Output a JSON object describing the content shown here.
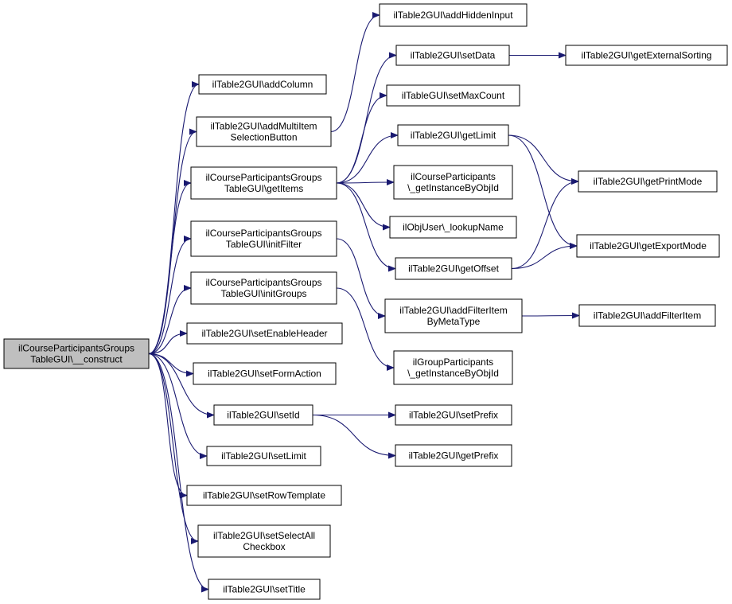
{
  "colors": {
    "edge": "#191970",
    "root_fill": "#bfbfbf",
    "node_fill": "#ffffff",
    "node_border": "#000000"
  },
  "nodes": [
    {
      "id": "root",
      "label": [
        "ilCourseParticipantsGroups",
        "TableGUI\\__construct"
      ]
    },
    {
      "id": "addColumn",
      "label": [
        "ilTable2GUI\\addColumn"
      ]
    },
    {
      "id": "addMultiItem",
      "label": [
        "ilTable2GUI\\addMultiItem",
        "SelectionButton"
      ]
    },
    {
      "id": "getItems",
      "label": [
        "ilCourseParticipantsGroups",
        "TableGUI\\getItems"
      ]
    },
    {
      "id": "initFilter",
      "label": [
        "ilCourseParticipantsGroups",
        "TableGUI\\initFilter"
      ]
    },
    {
      "id": "initGroups",
      "label": [
        "ilCourseParticipantsGroups",
        "TableGUI\\initGroups"
      ]
    },
    {
      "id": "setEnableHeader",
      "label": [
        "ilTable2GUI\\setEnableHeader"
      ]
    },
    {
      "id": "setFormAction",
      "label": [
        "ilTable2GUI\\setFormAction"
      ]
    },
    {
      "id": "setId",
      "label": [
        "ilTable2GUI\\setId"
      ]
    },
    {
      "id": "setLimit",
      "label": [
        "ilTable2GUI\\setLimit"
      ]
    },
    {
      "id": "setRowTemplate",
      "label": [
        "ilTable2GUI\\setRowTemplate"
      ]
    },
    {
      "id": "setSelectAll",
      "label": [
        "ilTable2GUI\\setSelectAll",
        "Checkbox"
      ]
    },
    {
      "id": "setTitle",
      "label": [
        "ilTable2GUI\\setTitle"
      ]
    },
    {
      "id": "addHiddenInput",
      "label": [
        "ilTable2GUI\\addHiddenInput"
      ]
    },
    {
      "id": "setData",
      "label": [
        "ilTable2GUI\\setData"
      ]
    },
    {
      "id": "setMaxCount",
      "label": [
        "ilTableGUI\\setMaxCount"
      ]
    },
    {
      "id": "getLimit",
      "label": [
        "ilTable2GUI\\getLimit"
      ]
    },
    {
      "id": "cpGetInstance",
      "label": [
        "ilCourseParticipants",
        "\\_getInstanceByObjId"
      ]
    },
    {
      "id": "lookupName",
      "label": [
        "ilObjUser\\_lookupName"
      ]
    },
    {
      "id": "getOffset",
      "label": [
        "ilTable2GUI\\getOffset"
      ]
    },
    {
      "id": "addFilterItemByMeta",
      "label": [
        "ilTable2GUI\\addFilterItem",
        "ByMetaType"
      ]
    },
    {
      "id": "gpGetInstance",
      "label": [
        "ilGroupParticipants",
        "\\_getInstanceByObjId"
      ]
    },
    {
      "id": "setPrefix",
      "label": [
        "ilTable2GUI\\setPrefix"
      ]
    },
    {
      "id": "getPrefix",
      "label": [
        "ilTable2GUI\\getPrefix"
      ]
    },
    {
      "id": "getExternalSorting",
      "label": [
        "ilTable2GUI\\getExternalSorting"
      ]
    },
    {
      "id": "getPrintMode",
      "label": [
        "ilTable2GUI\\getPrintMode"
      ]
    },
    {
      "id": "getExportMode",
      "label": [
        "ilTable2GUI\\getExportMode"
      ]
    },
    {
      "id": "addFilterItem",
      "label": [
        "ilTable2GUI\\addFilterItem"
      ]
    }
  ],
  "edges": [
    [
      "root",
      "addColumn"
    ],
    [
      "root",
      "addMultiItem"
    ],
    [
      "root",
      "getItems"
    ],
    [
      "root",
      "initFilter"
    ],
    [
      "root",
      "initGroups"
    ],
    [
      "root",
      "setEnableHeader"
    ],
    [
      "root",
      "setFormAction"
    ],
    [
      "root",
      "setId"
    ],
    [
      "root",
      "setLimit"
    ],
    [
      "root",
      "setRowTemplate"
    ],
    [
      "root",
      "setSelectAll"
    ],
    [
      "root",
      "setTitle"
    ],
    [
      "addMultiItem",
      "addHiddenInput"
    ],
    [
      "getItems",
      "setData"
    ],
    [
      "getItems",
      "setMaxCount"
    ],
    [
      "getItems",
      "getLimit"
    ],
    [
      "getItems",
      "cpGetInstance"
    ],
    [
      "getItems",
      "lookupName"
    ],
    [
      "getItems",
      "getOffset"
    ],
    [
      "initFilter",
      "addFilterItemByMeta"
    ],
    [
      "initGroups",
      "gpGetInstance"
    ],
    [
      "setId",
      "setPrefix"
    ],
    [
      "setId",
      "getPrefix"
    ],
    [
      "setData",
      "getExternalSorting"
    ],
    [
      "getLimit",
      "getPrintMode"
    ],
    [
      "getLimit",
      "getExportMode"
    ],
    [
      "getOffset",
      "getPrintMode"
    ],
    [
      "getOffset",
      "getExportMode"
    ],
    [
      "addFilterItemByMeta",
      "addFilterItem"
    ]
  ]
}
